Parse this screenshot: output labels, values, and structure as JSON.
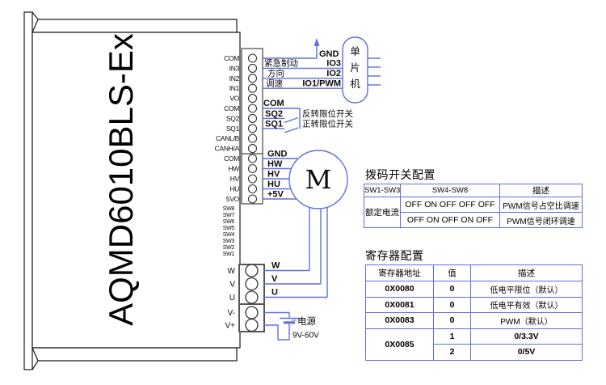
{
  "device": {
    "model": "AQMD6010BLS-Ex",
    "strip1_pins": [
      "COM",
      "IN3",
      "IN2",
      "IN1",
      "VO",
      "COM",
      "SQ2",
      "SQ1",
      "CANL/B",
      "CANH/A"
    ],
    "strip2_pins": [
      "COM",
      "HW",
      "HV",
      "HU",
      "5VO"
    ],
    "dip_switch_pins": [
      "SW8",
      "SW7",
      "SW6",
      "SW5",
      "SW4",
      "SW3",
      "SW2",
      "SW1"
    ],
    "phase_terminals": [
      "W",
      "V",
      "U"
    ],
    "power_terminals": [
      "V-",
      "V+"
    ]
  },
  "wiring": {
    "gnd_label": "GND",
    "io_signals": [
      {
        "name": "紧急制动",
        "io": "IO3"
      },
      {
        "name": "方向",
        "io": "IO2"
      },
      {
        "name": "调速",
        "io": "IO1/PWM"
      }
    ],
    "mcu_chars": [
      "单",
      "片",
      "机"
    ],
    "com_label": "COM",
    "limit_switches": [
      {
        "pin": "SQ2",
        "name": "反转限位开关"
      },
      {
        "pin": "SQ1",
        "name": "正转限位开关"
      }
    ],
    "hall_wires": [
      "GND",
      "HW",
      "HV",
      "HU",
      "+5V"
    ],
    "motor_letter": "M",
    "phase_wires": [
      "W",
      "V",
      "U"
    ],
    "power_supply": {
      "name": "电源",
      "range": "9V-60V"
    }
  },
  "dip_table": {
    "title": "拨码开关配置",
    "headers": [
      "SW1-SW3",
      "SW4-SW8",
      "描述"
    ],
    "row_label": "额定电流",
    "rows": [
      {
        "sw": "OFF ON OFF OFF OFF",
        "desc": "PWM信号占空比调速"
      },
      {
        "sw": "OFF ON OFF ON  OFF",
        "desc": "PWM信号闭环调速"
      }
    ]
  },
  "register_table": {
    "title": "寄存器配置",
    "headers": [
      "寄存器地址",
      "值",
      "描述"
    ],
    "rows": [
      {
        "addr": "0X0080",
        "val": "0",
        "desc": "低电平限位（默认）"
      },
      {
        "addr": "0X0081",
        "val": "0",
        "desc": "低电平有效（默认）"
      },
      {
        "addr": "0X0083",
        "val": "0",
        "desc": "PWM（默认）"
      }
    ],
    "merged_row": {
      "addr": "0X0085",
      "entries": [
        {
          "val": "1",
          "desc": "0/3.3V"
        },
        {
          "val": "2",
          "desc": "0/5V"
        }
      ]
    }
  },
  "colors": {
    "wire_blue": "#5d6fe0",
    "outline": "#1a1a1a"
  }
}
